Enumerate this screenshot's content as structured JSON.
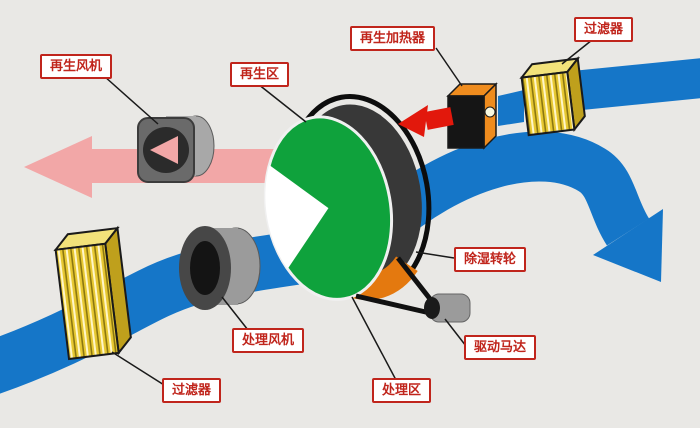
{
  "diagram": {
    "background_color": "#e9e8e5",
    "labels": {
      "regen_fan": "再生风机",
      "regen_zone": "再生区",
      "regen_heater": "再生加热器",
      "filter_top": "过滤器",
      "desiccant_wheel": "除湿转轮",
      "drive_motor": "驱动马达",
      "process_zone": "处理区",
      "process_fan": "处理风机",
      "filter_bottom": "过滤器"
    },
    "colors": {
      "process_air": "#1576c8",
      "regen_exhaust": "#f2a7a7",
      "hot_air": "#e2180c",
      "wheel_face": "#0fa23c",
      "wheel_sector": "#e4790f",
      "wheel_rim": "#383838",
      "heater_body": "#ef8c1e",
      "heater_front": "#151515",
      "filter_pleat": "#e7c832",
      "label_accent": "#c0251c",
      "machine_gray": "#9b9b9b"
    }
  }
}
